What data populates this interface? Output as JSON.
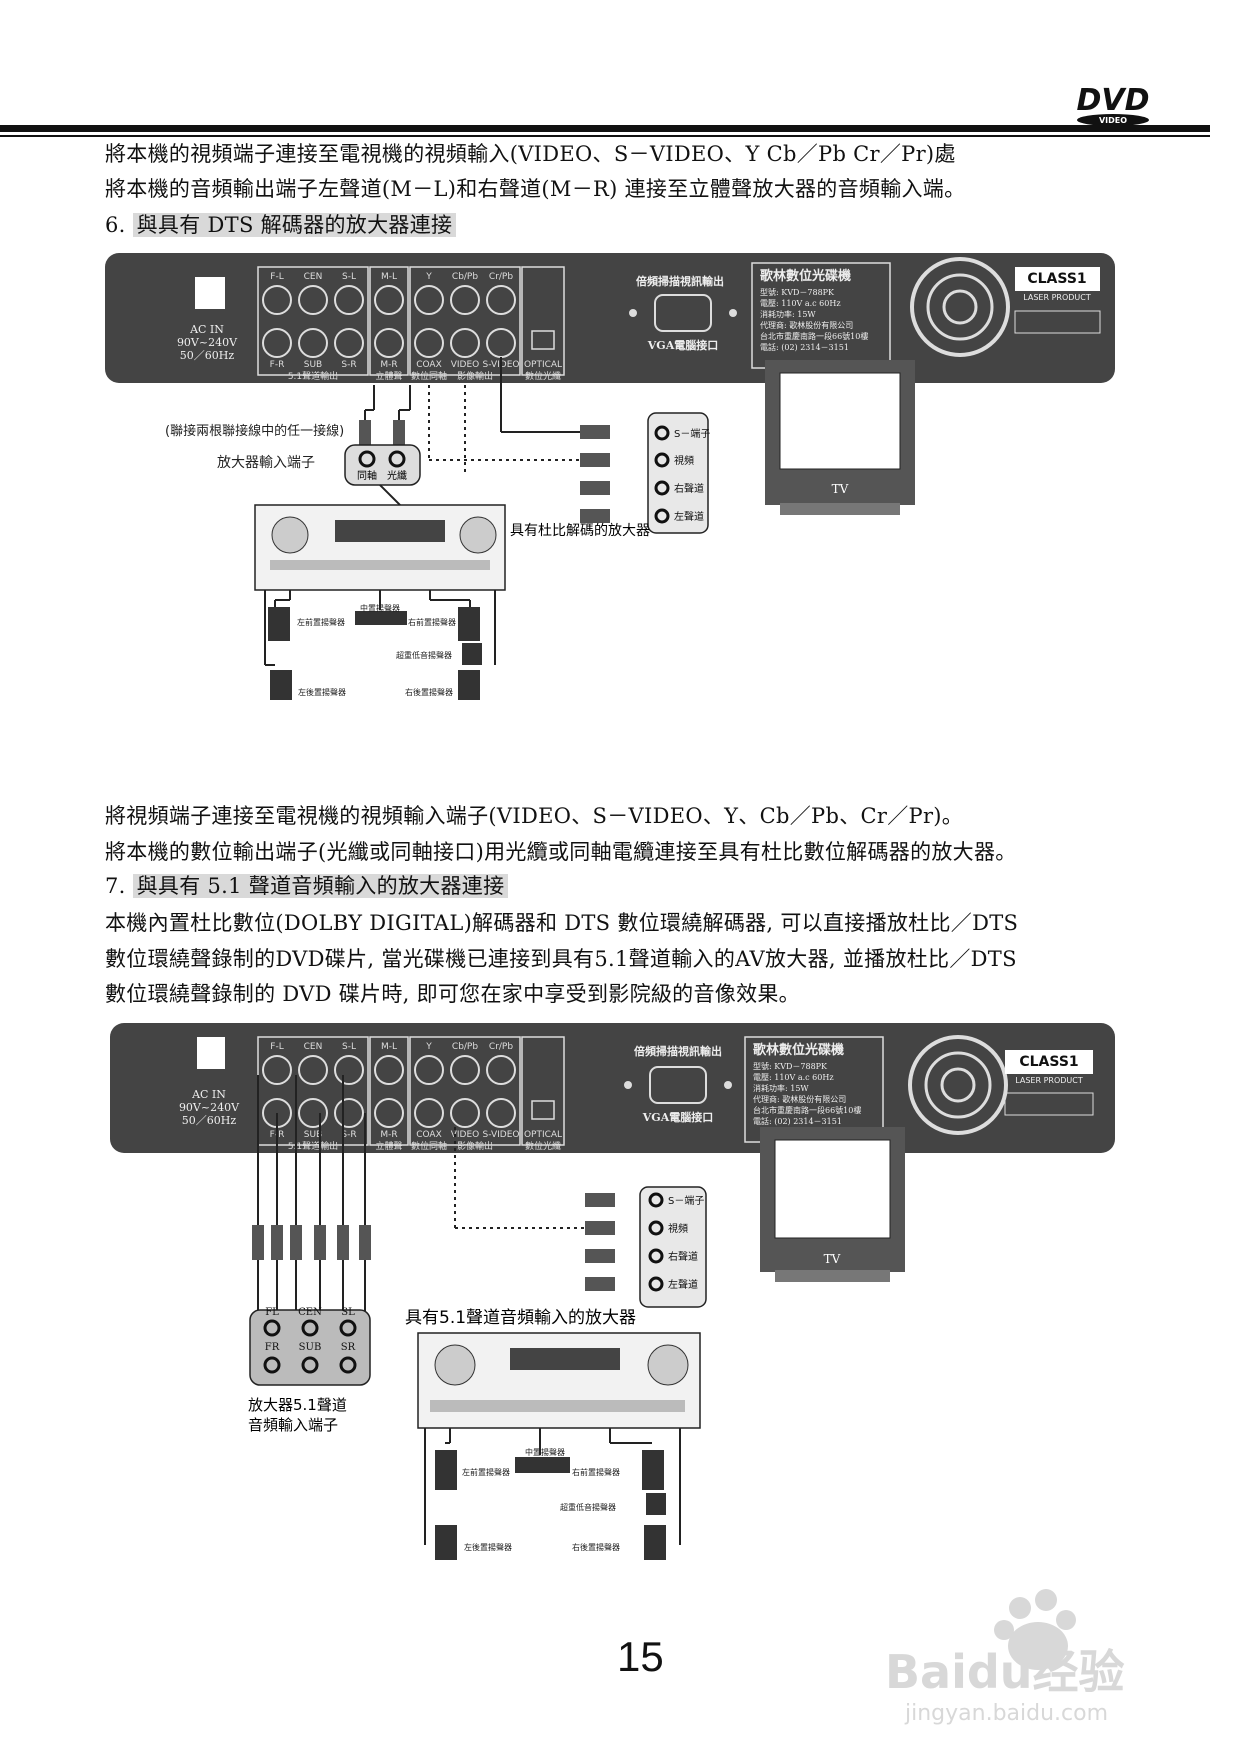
{
  "header": {
    "logo_text": "DVD",
    "logo_sub": "VIDEO"
  },
  "section6": {
    "intro_line1": "將本機的視頻端子連接至電視機的視頻輸入(VIDEO、S－VIDEO、Y Cb／Pb Cr／Pr)處",
    "intro_line2": "將本機的音頻輸出端子左聲道(M－L)和右聲道(M－R) 連接至立體聲放大器的音頻輸入端。",
    "heading_num": "6.",
    "heading": "與具有 DTS 解碼器的放大器連接",
    "note_line1": "將視頻端子連接至電視機的視頻輸入端子(VIDEO、S－VIDEO、Y、Cb／Pb、Cr／Pr)。",
    "note_line2": "將本機的數位輸出端子(光纖或同軸接口)用光纜或同軸電纜連接至具有杜比數位解碼器的放大器。"
  },
  "section7": {
    "heading_num": "7.",
    "heading": "與具有 5.1 聲道音頻輸入的放大器連接",
    "body_line1": "本機內置杜比數位(DOLBY DIGITAL)解碼器和 DTS 數位環繞解碼器, 可以直接播放杜比／DTS",
    "body_line2": "數位環繞聲錄制的DVD碟片, 當光碟機已連接到具有5.1聲道輸入的AV放大器, 並播放杜比／DTS",
    "body_line3": "數位環繞聲錄制的 DVD 碟片時, 即可您在家中享受到影院級的音像效果。"
  },
  "panel": {
    "ac_in": "AC IN",
    "voltage": "90V~240V",
    "freq": "50／60Hz",
    "port_top": [
      "F-L",
      "CEN",
      "S-L",
      "M-L",
      "Y",
      "Cb/Pb",
      "Cr/Pb"
    ],
    "port_bottom": [
      "F-R",
      "SUB",
      "S-R",
      "M-R",
      "COAX",
      "VIDEO",
      "S-VIDEO",
      "OPTICAL"
    ],
    "group_labels": [
      "5.1聲道輸出",
      "立體聲",
      "數位同軸",
      "影像輸出",
      "數位光纖"
    ],
    "vga_title": "倍頻掃描視訊輸出",
    "vga_label": "VGA電腦接口",
    "brand": "歌林數位光碟機",
    "spec_lines": [
      "型號: KVD－788PK",
      "電壓: 110V a.c 60Hz",
      "消耗功率: 15W",
      "代理商: 歌林股份有限公司",
      "台北市重慶南路一段66號10樓",
      "電話: (02) 2314－3151"
    ],
    "class1": "CLASS1",
    "laser": "LASER PRODUCT"
  },
  "diagram1": {
    "note": "(聯接兩根聯接線中的任一接線)",
    "amp_input": "放大器輸入端子",
    "coax_label": "同軸",
    "optical_label": "光纖",
    "amp_label": "具有杜比解碼的放大器",
    "tv_jacks": [
      "S－端子",
      "視頻",
      "右聲道",
      "左聲道"
    ],
    "tv": "TV",
    "speakers": {
      "front_left": "左前置揚聲器",
      "center": "中置揚聲器",
      "front_right": "右前置揚聲器",
      "subwoofer": "超重低音揚聲器",
      "rear_left": "左後置揚聲器",
      "rear_right": "右後置揚聲器"
    }
  },
  "diagram2": {
    "amp_label": "具有5.1聲道音頻輸入的放大器",
    "input_label_line1": "放大器5.1聲道",
    "input_label_line2": "音頻輸入端子",
    "jack_top": [
      "FL",
      "CEN",
      "SL"
    ],
    "jack_bottom": [
      "FR",
      "SUB",
      "SR"
    ],
    "tv_jacks": [
      "S－端子",
      "視頻",
      "右聲道",
      "左聲道"
    ],
    "tv": "TV",
    "speakers": {
      "front_left": "左前置揚聲器",
      "center": "中置揚聲器",
      "front_right": "右前置揚聲器",
      "subwoofer": "超重低音揚聲器",
      "rear_left": "左後置揚聲器",
      "rear_right": "右後置揚聲器"
    }
  },
  "footer": {
    "page_number": "15",
    "watermark_brand": "Baidu经验",
    "watermark_url": "jingyan.baidu.com"
  }
}
